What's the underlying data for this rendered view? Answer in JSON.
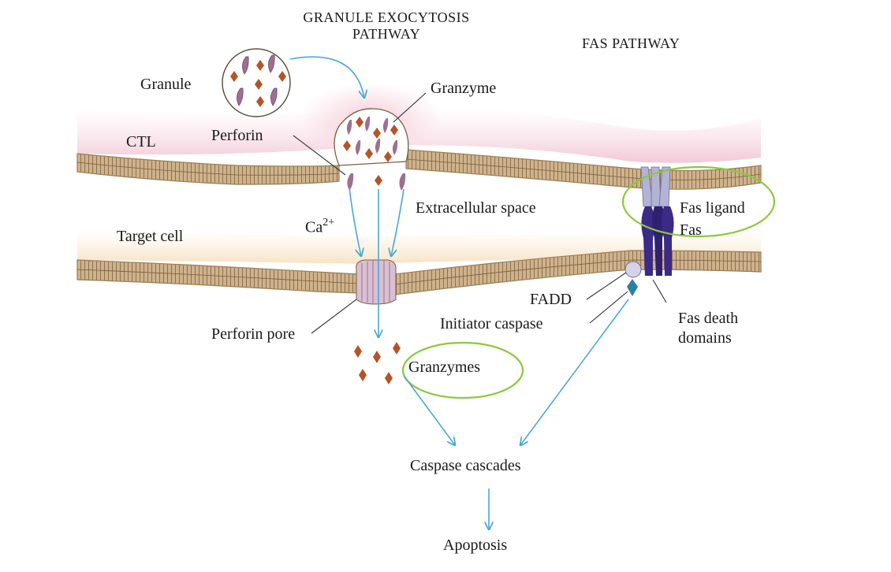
{
  "headings": {
    "granule_pathway_line1": "GRANULE EXOCYTOSIS",
    "granule_pathway_line2": "PATHWAY",
    "fas_pathway": "FAS PATHWAY"
  },
  "labels": {
    "granule": "Granule",
    "granzyme": "Granzyme",
    "ctl": "CTL",
    "perforin": "Perforin",
    "calcium_base": "Ca",
    "calcium_charge": "2+",
    "extracellular_space": "Extracellular space",
    "target_cell": "Target cell",
    "fas_ligand": "Fas ligand",
    "fas": "Fas",
    "fadd": "FADD",
    "initiator_caspase": "Initiator caspase",
    "fas_death_domains_line1": "Fas death",
    "fas_death_domains_line2": "domains",
    "perforin_pore": "Perforin pore",
    "granzymes": "Granzymes",
    "caspase_cascades": "Caspase cascades",
    "apoptosis": "Apoptosis"
  },
  "colors": {
    "arrow": "#4aa8d8",
    "highlight_circle": "#8cc83c",
    "granzyme": "#b5542a",
    "perforin": "#9e7090",
    "membrane": "#b89a74",
    "ctl_tint": "#f4d3dd",
    "target_tint": "#f6e6cc",
    "fas_receptor": "#3b2a86",
    "fas_ligand": "#b3b3d3",
    "fadd": "#d6d3e6",
    "caspase": "#2b7fa3"
  }
}
